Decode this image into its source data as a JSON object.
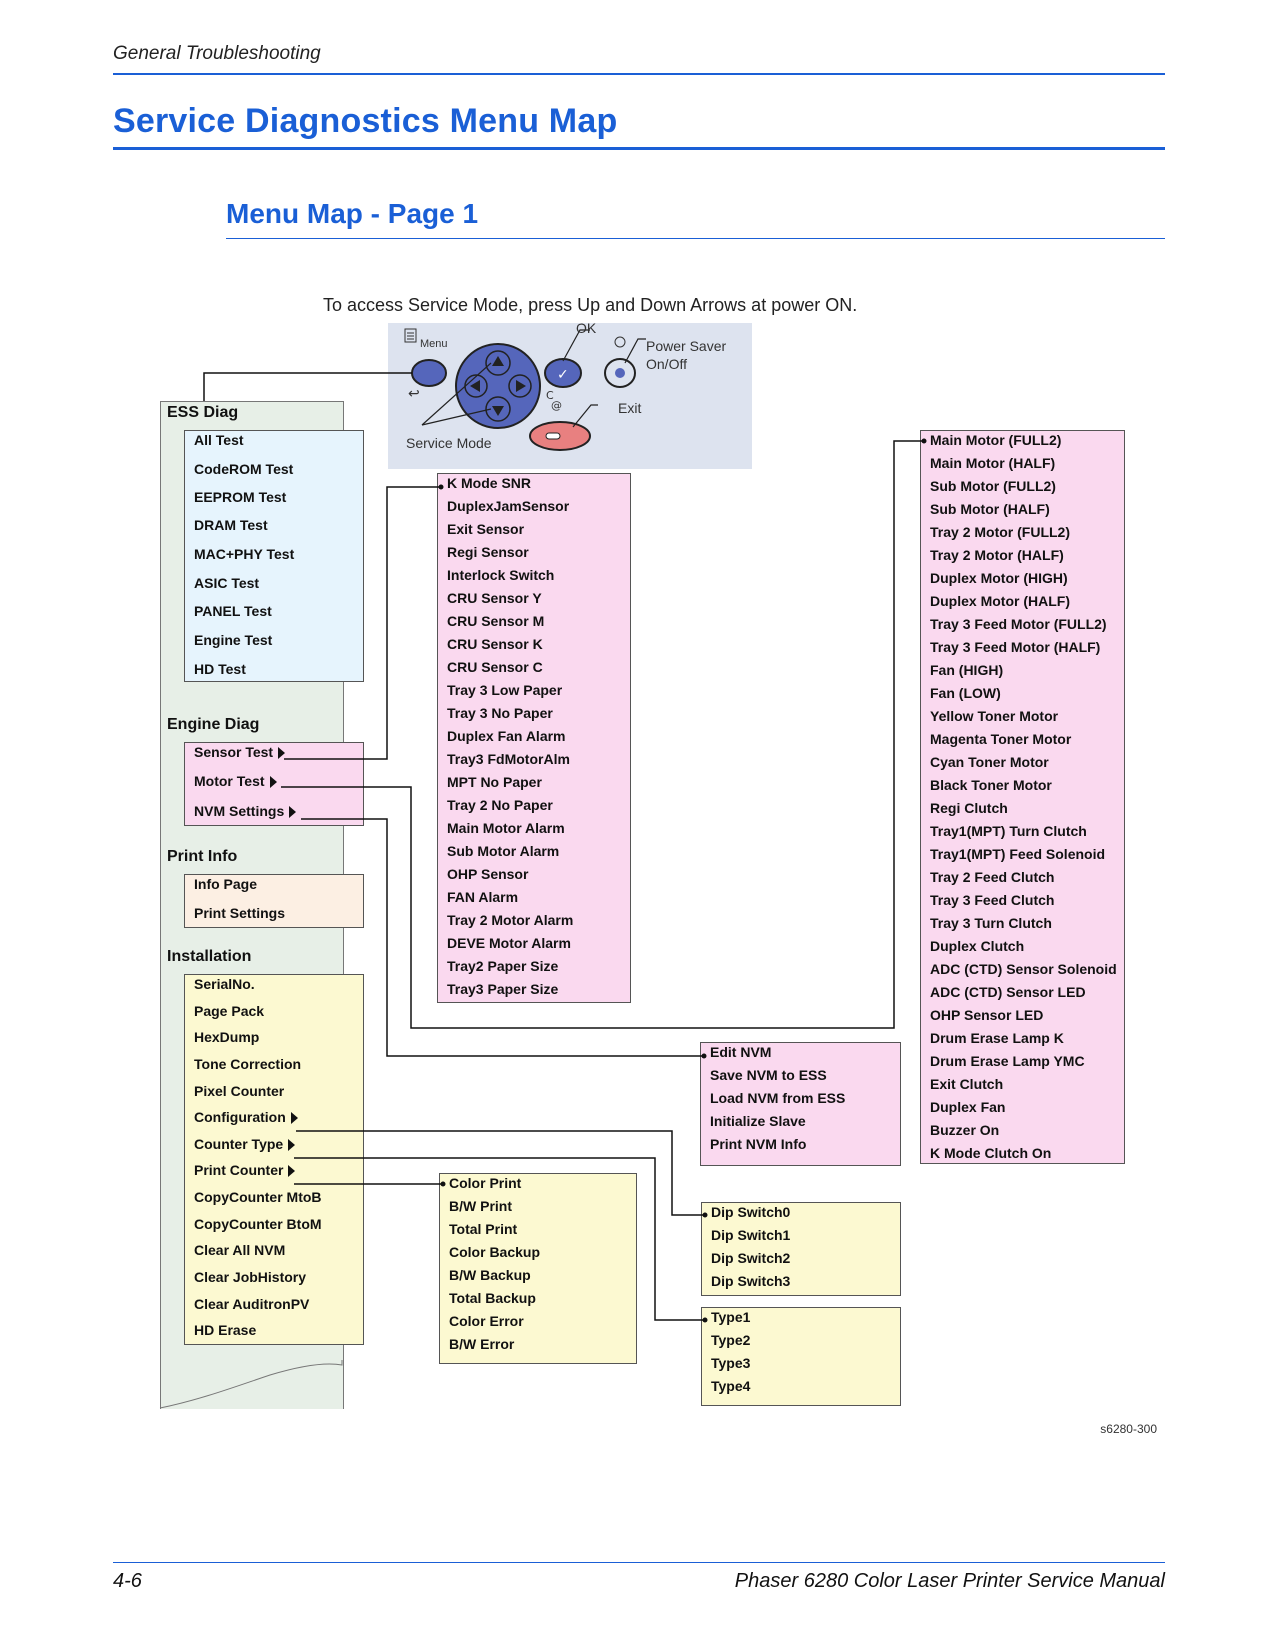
{
  "header": {
    "section": "General Troubleshooting"
  },
  "page_title": "Service Diagnostics Menu Map",
  "subtitle": "Menu Map - Page 1",
  "instruction": "To access Service Mode, press Up and Down Arrows at power ON.",
  "control_panel": {
    "menu_label": "Menu",
    "ok_label": "OK",
    "power_saver_label_1": "Power Saver",
    "power_saver_label_2": "On/Off",
    "exit_label": "Exit",
    "service_mode_label": "Service Mode"
  },
  "ess_diag": {
    "label": "ESS Diag",
    "items": [
      "All Test",
      "CodeROM Test",
      "EEPROM Test",
      "DRAM Test",
      "MAC+PHY Test",
      "ASIC Test",
      "PANEL Test",
      "Engine Test",
      "HD Test"
    ]
  },
  "engine_diag": {
    "label": "Engine Diag",
    "items": [
      "Sensor Test",
      "Motor Test",
      "NVM Settings"
    ]
  },
  "print_info": {
    "label": "Print Info",
    "items": [
      "Info Page",
      "Print Settings"
    ]
  },
  "installation": {
    "label": "Installation",
    "items": [
      "SerialNo.",
      "Page Pack",
      "HexDump",
      "Tone Correction",
      "Pixel Counter",
      "Configuration",
      "Counter Type",
      "Print Counter",
      "CopyCounter MtoB",
      "CopyCounter BtoM",
      "Clear All NVM",
      "Clear JobHistory",
      "Clear AuditronPV",
      "HD Erase"
    ]
  },
  "sensor_test": {
    "items": [
      "K Mode SNR",
      "DuplexJamSensor",
      "Exit Sensor",
      "Regi Sensor",
      "Interlock Switch",
      "CRU Sensor Y",
      "CRU Sensor M",
      "CRU Sensor K",
      "CRU Sensor C",
      "Tray 3 Low Paper",
      "Tray 3 No Paper",
      "Duplex Fan Alarm",
      "Tray3 FdMotorAlm",
      "MPT No Paper",
      "Tray 2 No Paper",
      "Main Motor Alarm",
      "Sub Motor Alarm",
      "OHP Sensor",
      "FAN Alarm",
      "Tray 2 Motor Alarm",
      "DEVE Motor Alarm",
      "Tray2 Paper Size",
      "Tray3 Paper Size"
    ]
  },
  "motor_test": {
    "items": [
      "Main Motor (FULL2)",
      "Main Motor (HALF)",
      "Sub Motor (FULL2)",
      "Sub Motor (HALF)",
      "Tray 2 Motor (FULL2)",
      "Tray 2 Motor (HALF)",
      "Duplex Motor (HIGH)",
      "Duplex Motor (HALF)",
      "Tray 3 Feed Motor (FULL2)",
      "Tray 3 Feed Motor (HALF)",
      "Fan (HIGH)",
      "Fan (LOW)",
      "Yellow Toner Motor",
      "Magenta Toner Motor",
      "Cyan Toner Motor",
      "Black Toner Motor",
      "Regi Clutch",
      "Tray1(MPT) Turn Clutch",
      "Tray1(MPT) Feed Solenoid",
      "Tray 2 Feed Clutch",
      "Tray 3 Feed Clutch",
      "Tray 3 Turn Clutch",
      "Duplex Clutch",
      "ADC (CTD) Sensor Solenoid",
      "ADC (CTD) Sensor LED",
      "OHP Sensor LED",
      "Drum Erase Lamp K",
      "Drum Erase Lamp YMC",
      "Exit Clutch",
      "Duplex Fan",
      "Buzzer On",
      "K Mode Clutch On"
    ]
  },
  "nvm_settings": {
    "items": [
      "Edit NVM",
      "Save NVM to ESS",
      "Load NVM from ESS",
      "Initialize Slave",
      "Print NVM Info"
    ]
  },
  "configuration": {
    "items": [
      "Dip Switch0",
      "Dip Switch1",
      "Dip Switch2",
      "Dip Switch3"
    ]
  },
  "counter_type": {
    "items": [
      "Type1",
      "Type2",
      "Type3",
      "Type4"
    ]
  },
  "print_counter": {
    "items": [
      "Color Print",
      "B/W Print",
      "Total Print",
      "Color Backup",
      "B/W Backup",
      "Total Backup",
      "Color Error",
      "B/W Error"
    ]
  },
  "figure_id": "s6280-300",
  "footer": {
    "page_number": "4-6",
    "manual_title": "Phaser 6280 Color Laser Printer Service Manual"
  },
  "colors": {
    "accent": "#1a5fd6",
    "ess_box": "#e6f4fd",
    "pink_box": "#fad9ef",
    "print_info_box": "#fcefe3",
    "yellow_box": "#fcf9d1",
    "ess_bg": "#e7efe7",
    "panel_bg": "#dde3ef"
  }
}
